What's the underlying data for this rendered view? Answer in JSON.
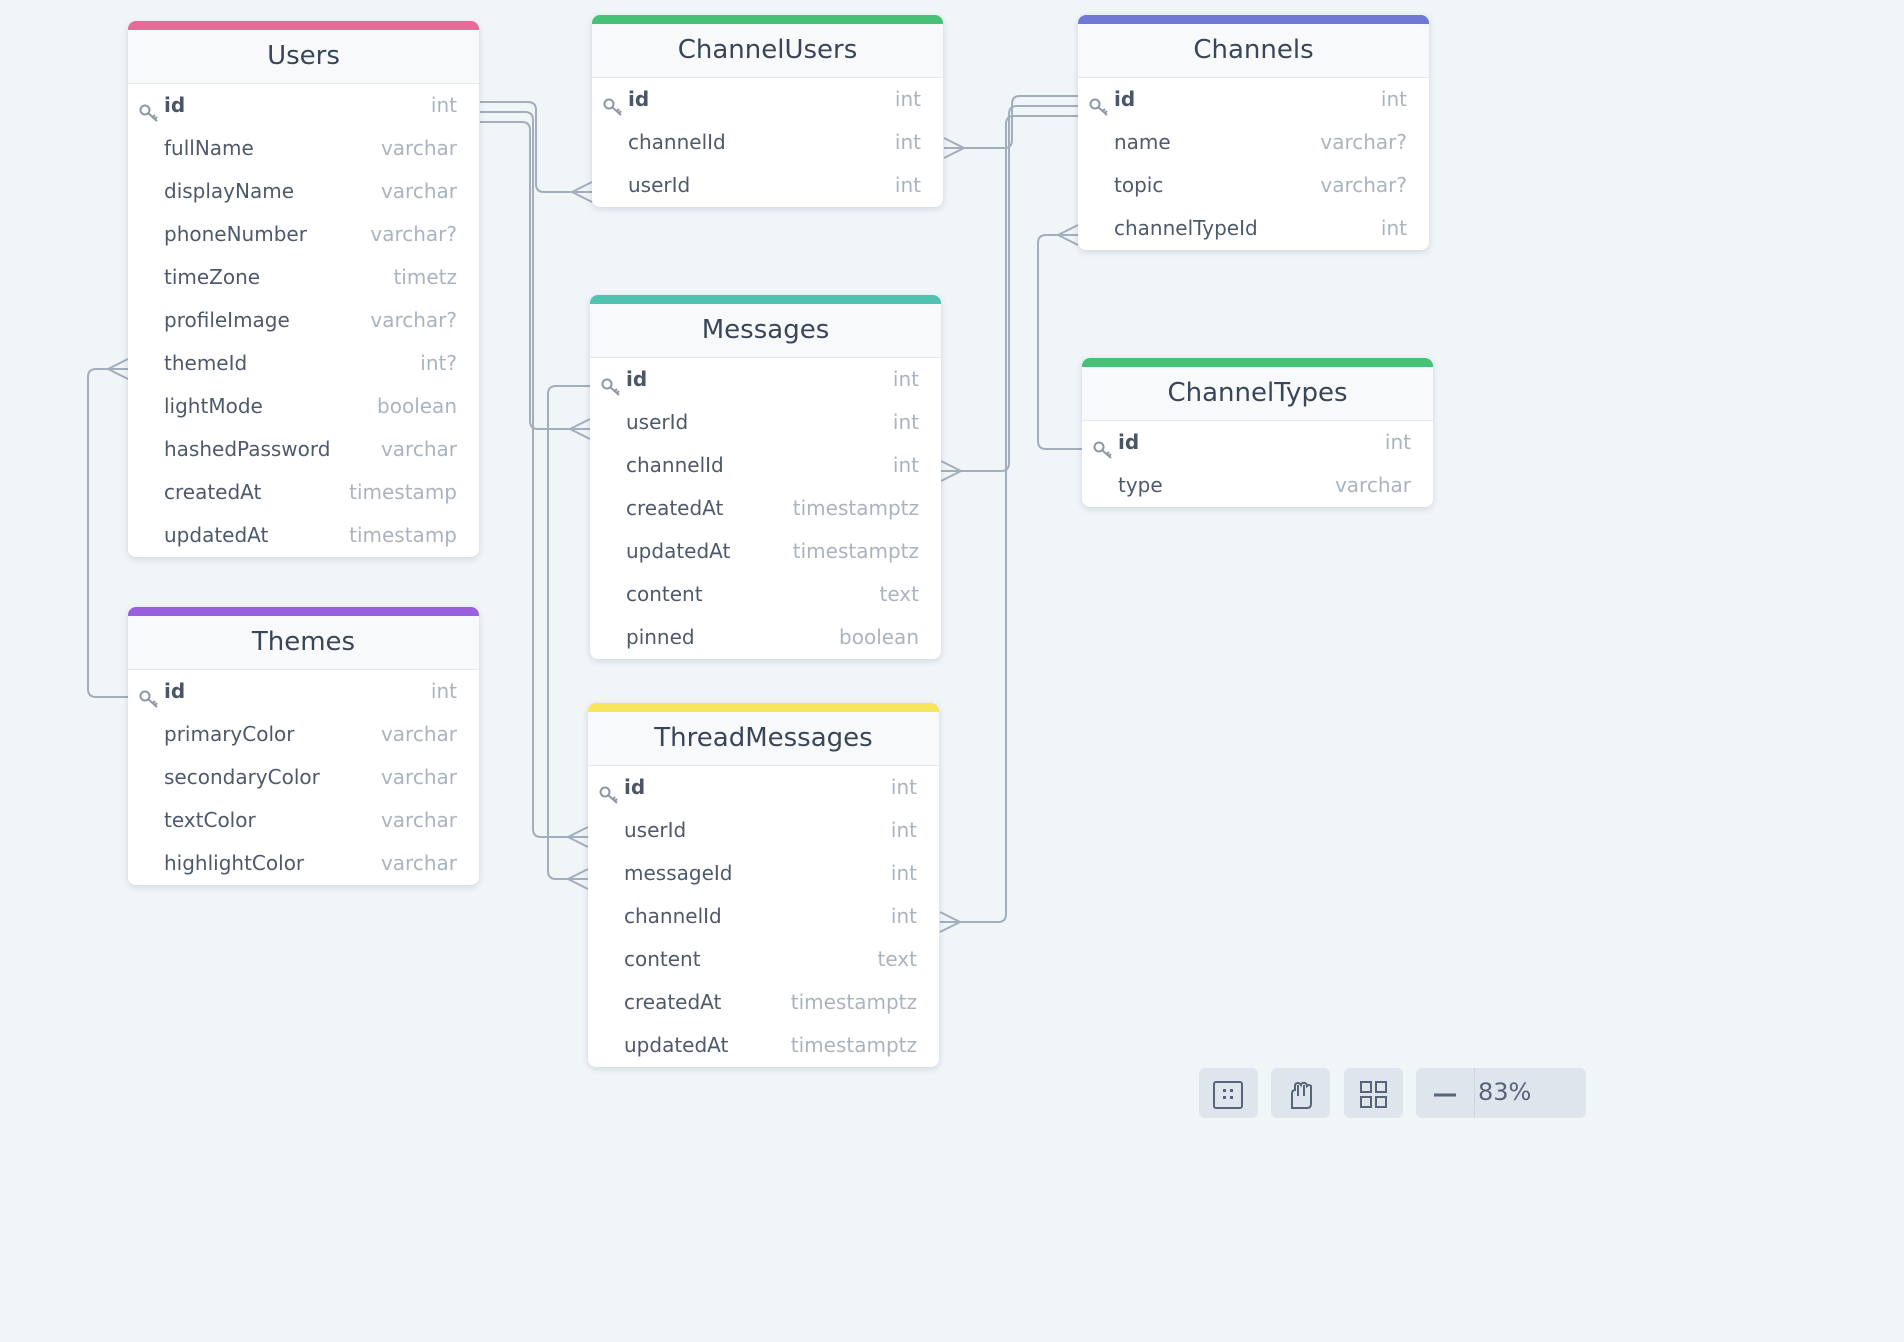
{
  "tables": {
    "users": {
      "name": "Users",
      "color": "#e96a98",
      "fields": [
        {
          "name": "id",
          "type": "int"
        },
        {
          "name": "fullName",
          "type": "varchar"
        },
        {
          "name": "displayName",
          "type": "varchar"
        },
        {
          "name": "phoneNumber",
          "type": "varchar?"
        },
        {
          "name": "timeZone",
          "type": "timetz"
        },
        {
          "name": "profileImage",
          "type": "varchar?"
        },
        {
          "name": "themeId",
          "type": "int?"
        },
        {
          "name": "lightMode",
          "type": "boolean"
        },
        {
          "name": "hashedPassword",
          "type": "varchar"
        },
        {
          "name": "createdAt",
          "type": "timestamp"
        },
        {
          "name": "updatedAt",
          "type": "timestamp"
        }
      ]
    },
    "themes": {
      "name": "Themes",
      "color": "#9a5fdc",
      "fields": [
        {
          "name": "id",
          "type": "int"
        },
        {
          "name": "primaryColor",
          "type": "varchar"
        },
        {
          "name": "secondaryColor",
          "type": "varchar"
        },
        {
          "name": "textColor",
          "type": "varchar"
        },
        {
          "name": "highlightColor",
          "type": "varchar"
        }
      ]
    },
    "channelUsers": {
      "name": "ChannelUsers",
      "color": "#46c277",
      "fields": [
        {
          "name": "id",
          "type": "int"
        },
        {
          "name": "channelId",
          "type": "int"
        },
        {
          "name": "userId",
          "type": "int"
        }
      ]
    },
    "messages": {
      "name": "Messages",
      "color": "#50c2b0",
      "fields": [
        {
          "name": "id",
          "type": "int"
        },
        {
          "name": "userId",
          "type": "int"
        },
        {
          "name": "channelId",
          "type": "int"
        },
        {
          "name": "createdAt",
          "type": "timestamptz"
        },
        {
          "name": "updatedAt",
          "type": "timestamptz"
        },
        {
          "name": "content",
          "type": "text"
        },
        {
          "name": "pinned",
          "type": "boolean"
        }
      ]
    },
    "threadMessages": {
      "name": "ThreadMessages",
      "color": "#f7e55a",
      "fields": [
        {
          "name": "id",
          "type": "int"
        },
        {
          "name": "userId",
          "type": "int"
        },
        {
          "name": "messageId",
          "type": "int"
        },
        {
          "name": "channelId",
          "type": "int"
        },
        {
          "name": "content",
          "type": "text"
        },
        {
          "name": "createdAt",
          "type": "timestamptz"
        },
        {
          "name": "updatedAt",
          "type": "timestamptz"
        }
      ]
    },
    "channels": {
      "name": "Channels",
      "color": "#6e7ad6",
      "fields": [
        {
          "name": "id",
          "type": "int"
        },
        {
          "name": "name",
          "type": "varchar?"
        },
        {
          "name": "topic",
          "type": "varchar?"
        },
        {
          "name": "channelTypeId",
          "type": "int"
        }
      ]
    },
    "channelTypes": {
      "name": "ChannelTypes",
      "color": "#46c277",
      "fields": [
        {
          "name": "id",
          "type": "int"
        },
        {
          "name": "type",
          "type": "varchar"
        }
      ]
    }
  },
  "toolbar": {
    "zoom": "83%"
  }
}
